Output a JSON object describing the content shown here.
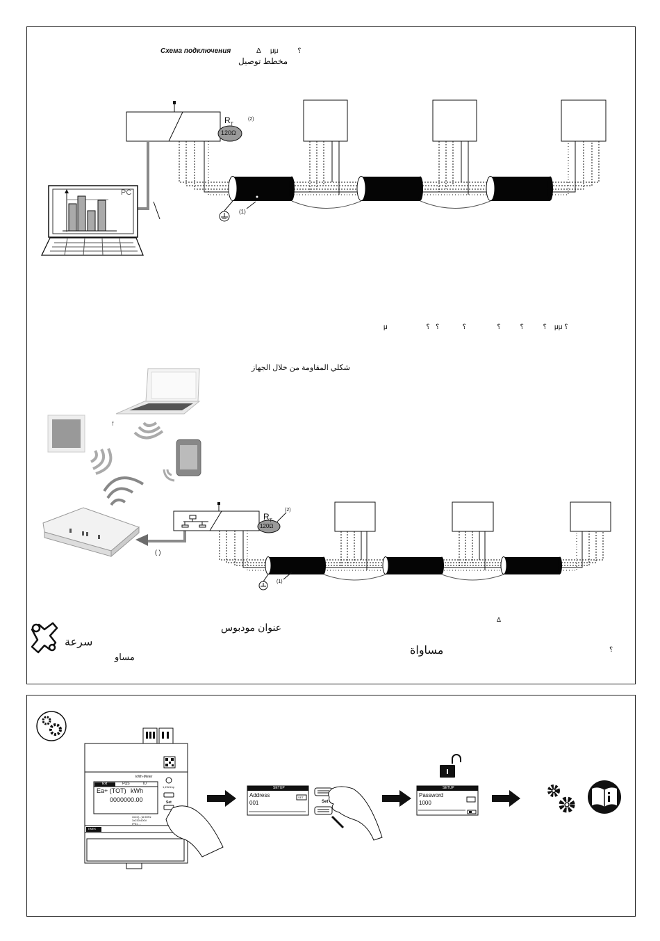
{
  "section1": {
    "title_ru": "Схема подключения",
    "title_symbols": "Δ     μμ          ؟",
    "title_ar": "مخطط توصيل",
    "resistor_label": "R",
    "resistor_sub": "T",
    "resistor_note": "(2)",
    "resistor_value": "120Ω",
    "cable_note": "(1)",
    "pc_label": "PC",
    "footnote_line": "μ                    ؟          ؟          ؟                ؟            ؟   ؟    μμ ؟"
  },
  "section2": {
    "resistor_caption_ar": "شكلي المقاومة من خلال الجهاز",
    "tablet_note": "f",
    "resistor_label": "R",
    "resistor_sub": "T",
    "resistor_note": "(2)",
    "resistor_value": "120Ω",
    "cable_note": "(1)",
    "router_note": "( )",
    "modbus_address_ar": "عنوان مودبوس",
    "delta_mark": "Δ",
    "speed_ar": "سرعة",
    "parity_ar": "مساواة",
    "parity_short_ar": "مساو",
    "question_mark": "؟"
  },
  "section3": {
    "meter": {
      "tab_labels": [
        "Ext",
        "PQS",
        "IU"
      ],
      "brand": "kWh-Meter",
      "reading_label": "Ea+ (TOT)",
      "unit": "kWh",
      "value": "0000000.00",
      "rate": "1,1W/Imp",
      "set_button": "Set",
      "bottom_label": "EMEK",
      "spec1": "3x10(...)A 50Hz",
      "spec2": "3x230/400V",
      "spec3": "IP51 ..."
    },
    "screen1": {
      "header": "SETUP",
      "label": "Address",
      "value": "001",
      "button": "SET"
    },
    "screen2": {
      "header": "SETUP",
      "label": "Password",
      "value": "1000"
    },
    "set_button": "Set"
  }
}
